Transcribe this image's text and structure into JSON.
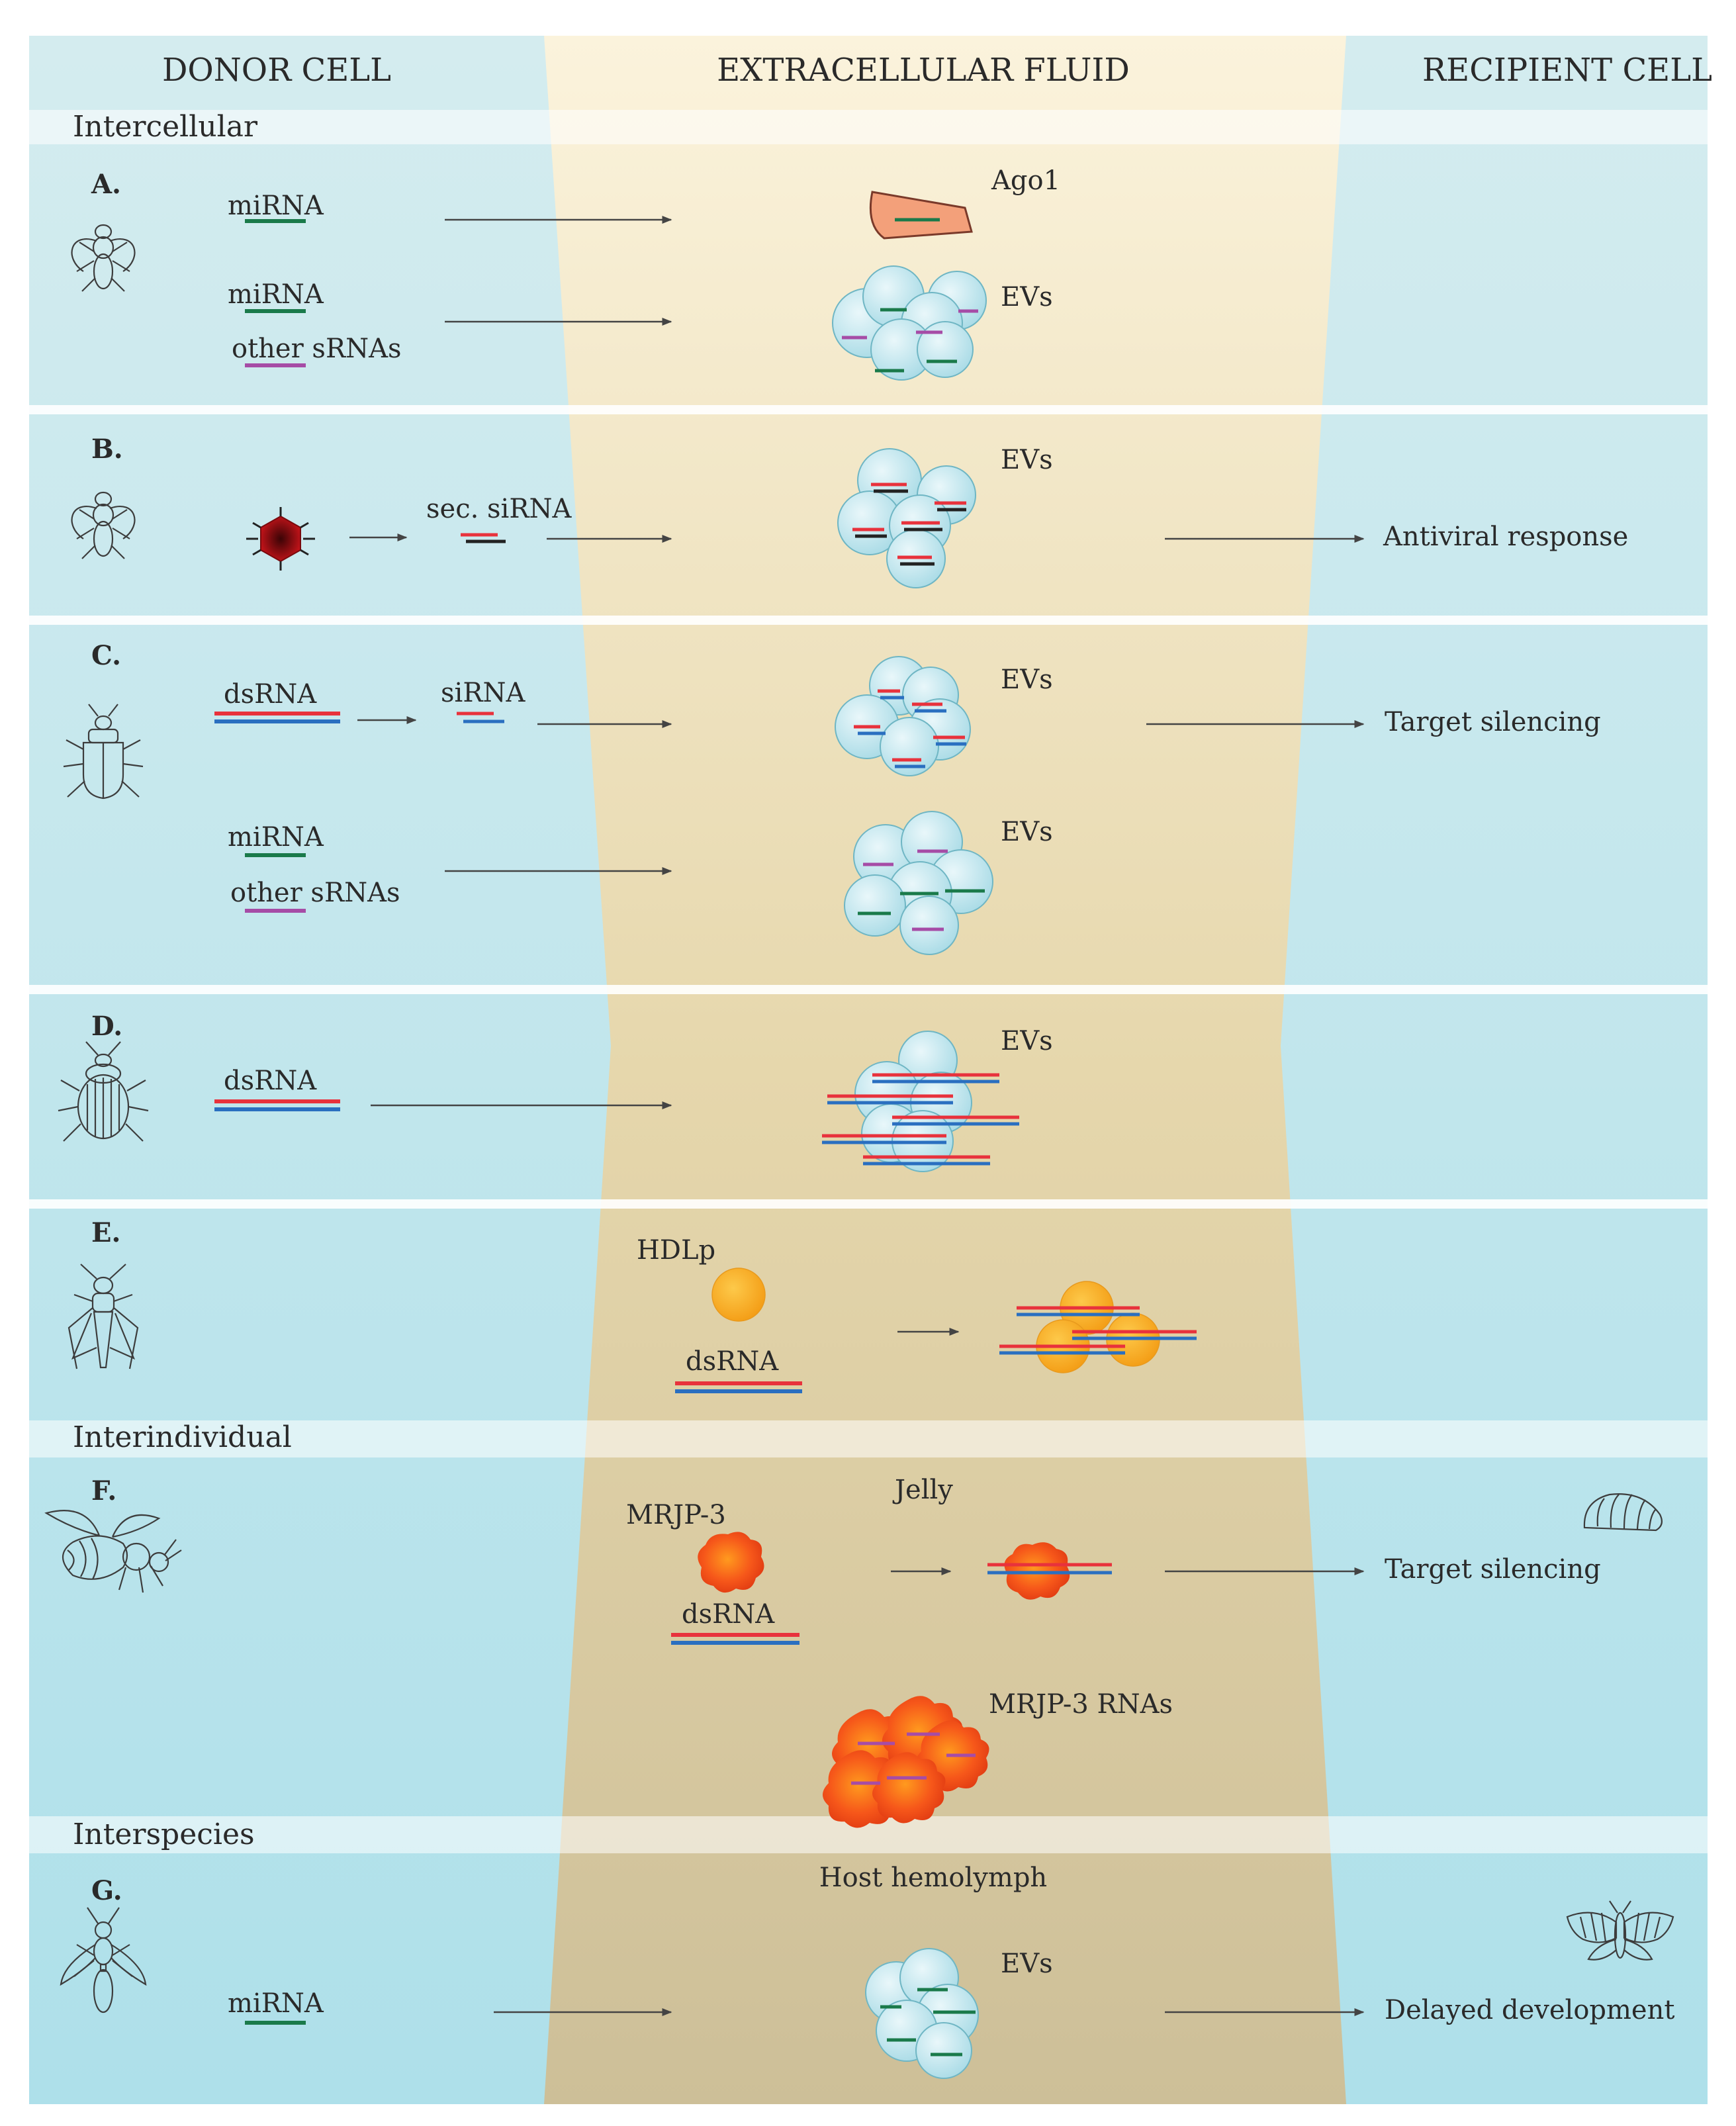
{
  "headers": {
    "donor": "DONOR CELL",
    "fluid": "EXTRACELLULAR FLUID",
    "recipient": "RECIPIENT CELL"
  },
  "categories": {
    "intercellular": "Intercellular",
    "interindividual": "Interindividual",
    "interspecies": "Interspecies"
  },
  "panels": {
    "A": {
      "letter": "A.",
      "mirna_1": "miRNA",
      "ago1": "Ago1",
      "mirna_2": "miRNA",
      "other_srnas": "other sRNAs",
      "evs": "EVs"
    },
    "B": {
      "letter": "B.",
      "sec_sirna": "sec. siRNA",
      "evs": "EVs",
      "outcome": "Antiviral response"
    },
    "C": {
      "letter": "C.",
      "dsrna": "dsRNA",
      "sirna": "siRNA",
      "evs_1": "EVs",
      "outcome": "Target silencing",
      "mirna": "miRNA",
      "other_srnas": "other sRNAs",
      "evs_2": "EVs"
    },
    "D": {
      "letter": "D.",
      "dsrna": "dsRNA",
      "evs": "EVs"
    },
    "E": {
      "letter": "E.",
      "hdlp": "HDLp",
      "dsrna": "dsRNA"
    },
    "F": {
      "letter": "F.",
      "jelly": "Jelly",
      "mrjp3": "MRJP-3",
      "dsrna": "dsRNA",
      "outcome": "Target silencing",
      "mrjp3_rnas": "MRJP-3 RNAs"
    },
    "G": {
      "letter": "G.",
      "host_hemolymph": "Host hemolymph",
      "evs": "EVs",
      "mirna": "miRNA",
      "outcome": "Delayed development"
    }
  },
  "icons": {
    "A": "fruit-fly-icon",
    "B": "fruit-fly-icon",
    "C": "beetle-icon",
    "D": "striped-beetle-icon",
    "E": "locust-icon",
    "F": "honeybee-icon",
    "F_recipient": "bee-larva-icon",
    "G": "parasitoid-wasp-icon",
    "G_recipient": "moth-icon",
    "B_virus": "virus-icon"
  },
  "colors": {
    "mirna": "#1a7a4a",
    "other_srna": "#a64ca6",
    "rna_red": "#e8323c",
    "rna_blue": "#2a6fc0",
    "vesicle": "#bfe6ee",
    "hdlp": "#f7a91e",
    "mrjp3": "#f04a18",
    "band_cell": "#c2e5ec",
    "band_fluid": "#e8d9ae"
  }
}
